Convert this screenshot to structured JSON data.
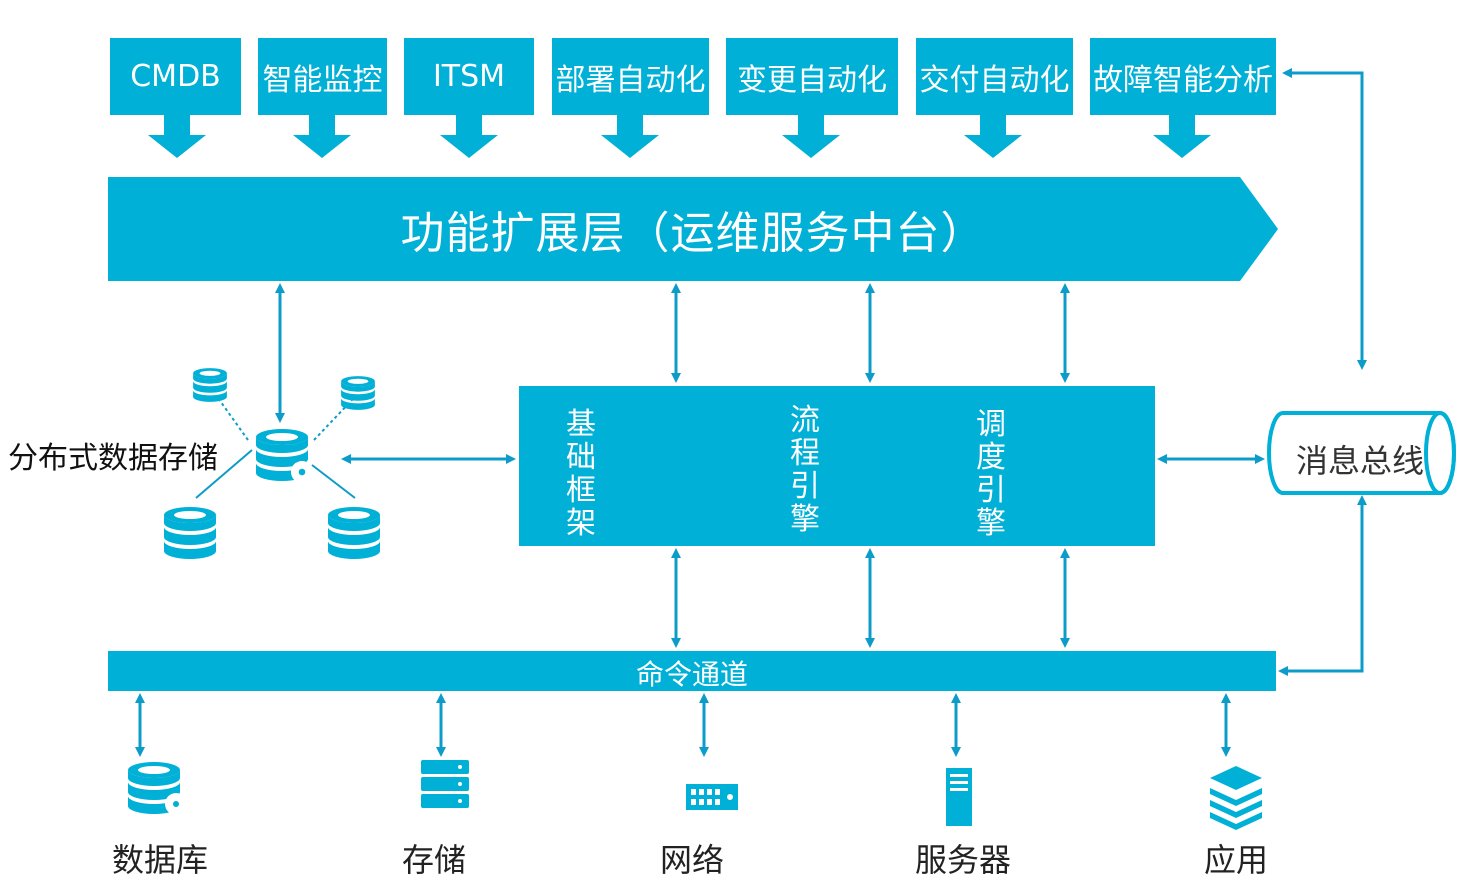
{
  "top_modules": [
    "CMDB",
    "智能监控",
    "ITSM",
    "部署自动化",
    "变更自动化",
    "交付自动化",
    "故障智能分析"
  ],
  "function_layer": {
    "label": "功能扩展层（运维服务中台）"
  },
  "core": {
    "engines": [
      {
        "label": "基础框架"
      },
      {
        "label": "流程引擎"
      },
      {
        "label": "调度引擎"
      }
    ]
  },
  "distributed_storage": {
    "label": "分布式数据存储"
  },
  "message_bus": {
    "label": "消息总线"
  },
  "command_channel": {
    "label": "命令通道"
  },
  "resources": [
    "数据库",
    "存储",
    "网络",
    "服务器",
    "应用"
  ],
  "colors": {
    "primary": "#00b0d6",
    "arrow": "#0d9cc9",
    "text_dark": "#222222"
  }
}
